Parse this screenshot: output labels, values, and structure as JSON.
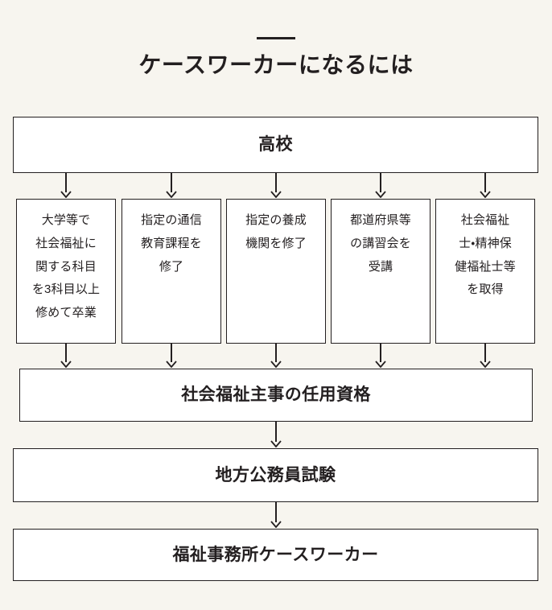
{
  "header": {
    "divider": "horizontal-rule",
    "title": "ケースワーカーになるには"
  },
  "flowchart": {
    "start": {
      "label": "高校"
    },
    "routes": [
      {
        "label": "大学等で\n社会福祉に\n関する科目\nを3科目以上\n修めて卒業"
      },
      {
        "label": "指定の通信\n教育課程を\n修了"
      },
      {
        "label": "指定の養成\n機関を修了"
      },
      {
        "label": "都道府県等\nの講習会を\n受講"
      },
      {
        "label": "社会福祉\n士・精神保\n健福祉士等\nを取得"
      }
    ],
    "qualification": {
      "label": "社会福祉主事の任用資格"
    },
    "exam": {
      "label": "地方公務員試験"
    },
    "goal": {
      "label": "福祉事務所ケースワーカー"
    },
    "arrows": {
      "fan_out_count": 5,
      "converge_count": 5,
      "glyph": "down-arrow"
    }
  },
  "colors": {
    "background": "#f7f5ef",
    "node_fill": "#ffffff",
    "line": "#231f20",
    "text": "#231f20"
  }
}
